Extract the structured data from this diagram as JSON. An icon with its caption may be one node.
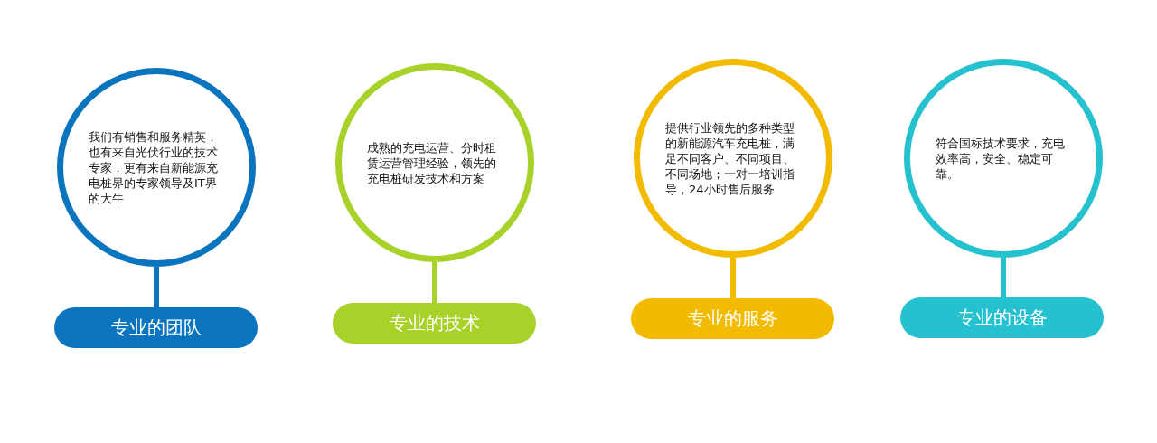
{
  "diagram": {
    "nodes": [
      {
        "text": [
          "我们有销售和服务精英，也有来自光伏行业的技术专家，更有来自新能源充电桩界的专家领导及IT界的大牛"
        ]
      },
      {
        "text": [
          "专业的团队"
        ]
      },
      {
        "text": [
          "成熟的充电运营、分时租赁运营管理经验，领先的充电桩研发技术和方案"
        ]
      },
      {
        "text": [
          "专业的技术"
        ]
      },
      {
        "text": [
          "提供行业领先的多种类型的新能源汽车充电桩，满足不同客户、不同项目、不同场地；一对一培训指导，24小时售后服务"
        ]
      },
      {
        "text": [
          "专业的服务"
        ]
      },
      {
        "text": [
          "符合国标技术要求，充电效率高，安全、稳定可靠。"
        ]
      },
      {
        "text": [
          "专业的设备"
        ]
      }
    ],
    "edges": [
      {
        "from": 0,
        "to": 1,
        "arrow": "none",
        "color": "#0a74bf"
      },
      {
        "from": 2,
        "to": 3,
        "arrow": "none",
        "color": "#a8d22a"
      },
      {
        "from": 4,
        "to": 5,
        "arrow": "none",
        "color": "#f2bb00"
      },
      {
        "from": 6,
        "to": 7,
        "arrow": "none",
        "color": "#26c1cf"
      }
    ]
  }
}
